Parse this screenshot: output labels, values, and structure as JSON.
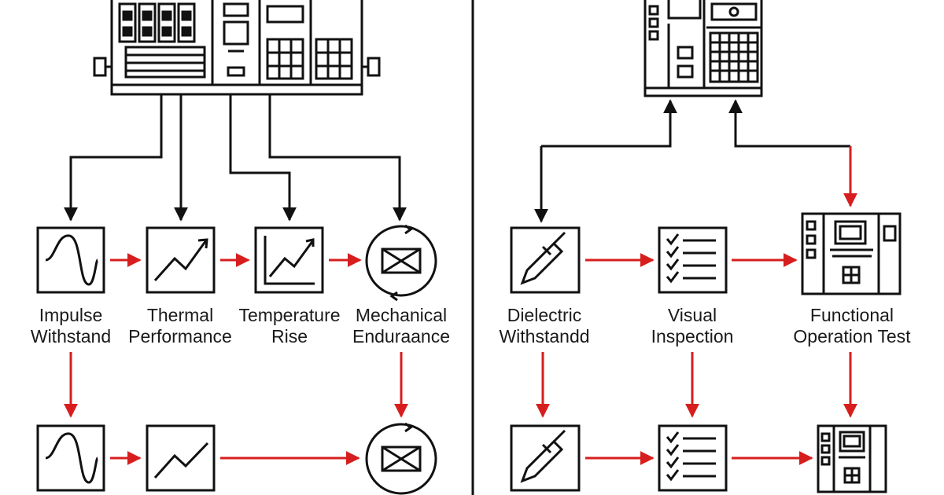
{
  "colors": {
    "line": "#111111",
    "accent": "#d71e1e",
    "background": "#ffffff"
  },
  "left_panel": {
    "equipment_icon": "switchgear-cabinet-icon",
    "steps": [
      {
        "icon": "waveform-icon",
        "label_line1": "Impulse",
        "label_line2": "Withstand"
      },
      {
        "icon": "trend-up-icon",
        "label_line1": "Thermal",
        "label_line2": "Performance"
      },
      {
        "icon": "rising-graph-icon",
        "label_line1": "Temperature",
        "label_line2": "Rise"
      },
      {
        "icon": "cycle-box-icon",
        "label_line1": "Mechanical",
        "label_line2": "Enduraance"
      }
    ],
    "repeat_row_icons": [
      "waveform-icon",
      "trend-up-icon",
      "cycle-box-icon"
    ]
  },
  "right_panel": {
    "equipment_icon": "control-cabinet-icon",
    "steps": [
      {
        "icon": "probe-pen-icon",
        "label_line1": "Dielectric",
        "label_line2": "Withstandd"
      },
      {
        "icon": "checklist-icon",
        "label_line1": "Visual",
        "label_line2": "Inspection"
      },
      {
        "icon": "control-panel-icon",
        "label_line1": "Functional",
        "label_line2": "Operation Test"
      }
    ],
    "repeat_row_icons": [
      "probe-pen-icon",
      "checklist-icon",
      "control-panel-icon"
    ]
  }
}
